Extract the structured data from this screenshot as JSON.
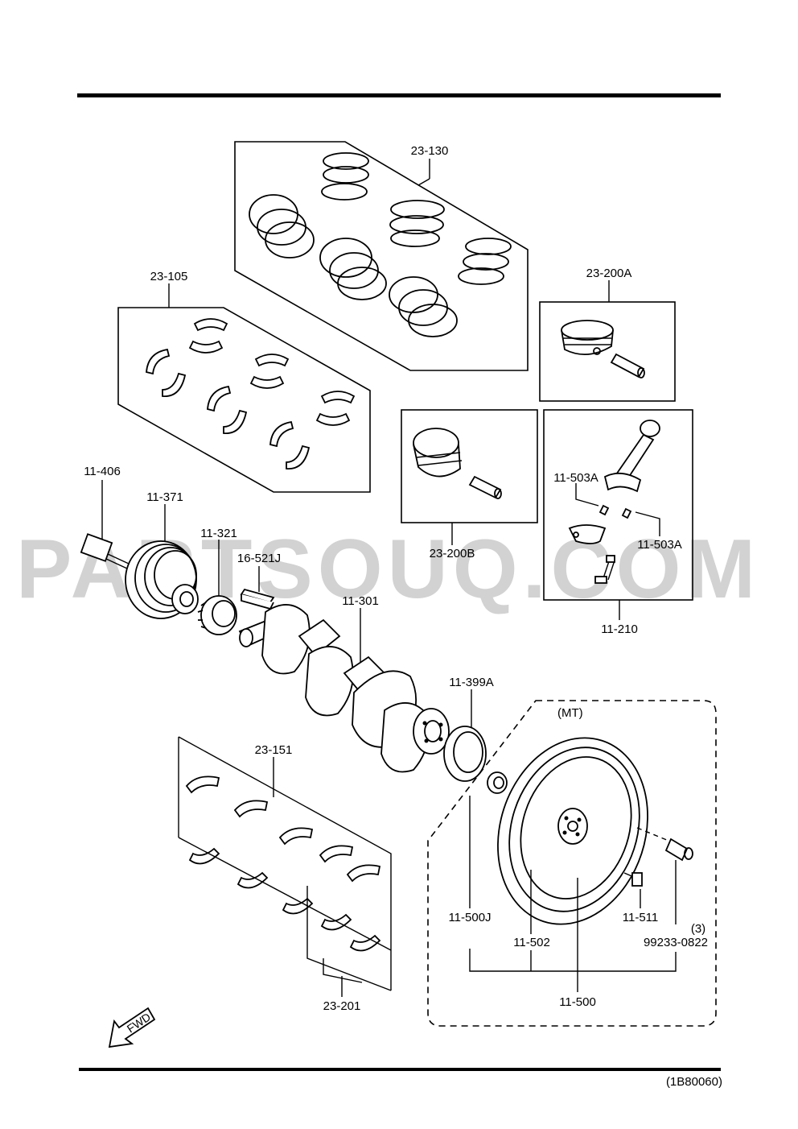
{
  "watermark": "PARTSOUQ.COM",
  "diagram_code": "(1B80060)",
  "fwd_label": "FWD",
  "mt_group_label": "(MT)",
  "parts": {
    "p23_130": "23-130",
    "p23_105": "23-105",
    "p23_200A": "23-200A",
    "p23_200B": "23-200B",
    "p11_210": "11-210",
    "p11_503A_top": "11-503A",
    "p11_503A_right": "11-503A",
    "p11_406": "11-406",
    "p11_371": "11-371",
    "p11_321": "11-321",
    "p16_521J": "16-521J",
    "p11_301": "11-301",
    "p11_399A": "11-399A",
    "p23_151": "23-151",
    "p23_201": "23-201",
    "p11_500J": "11-500J",
    "p11_502": "11-502",
    "p11_500": "11-500",
    "p11_511": "11-511",
    "p99233_qty": "(3)",
    "p99233_0822": "99233-0822"
  }
}
